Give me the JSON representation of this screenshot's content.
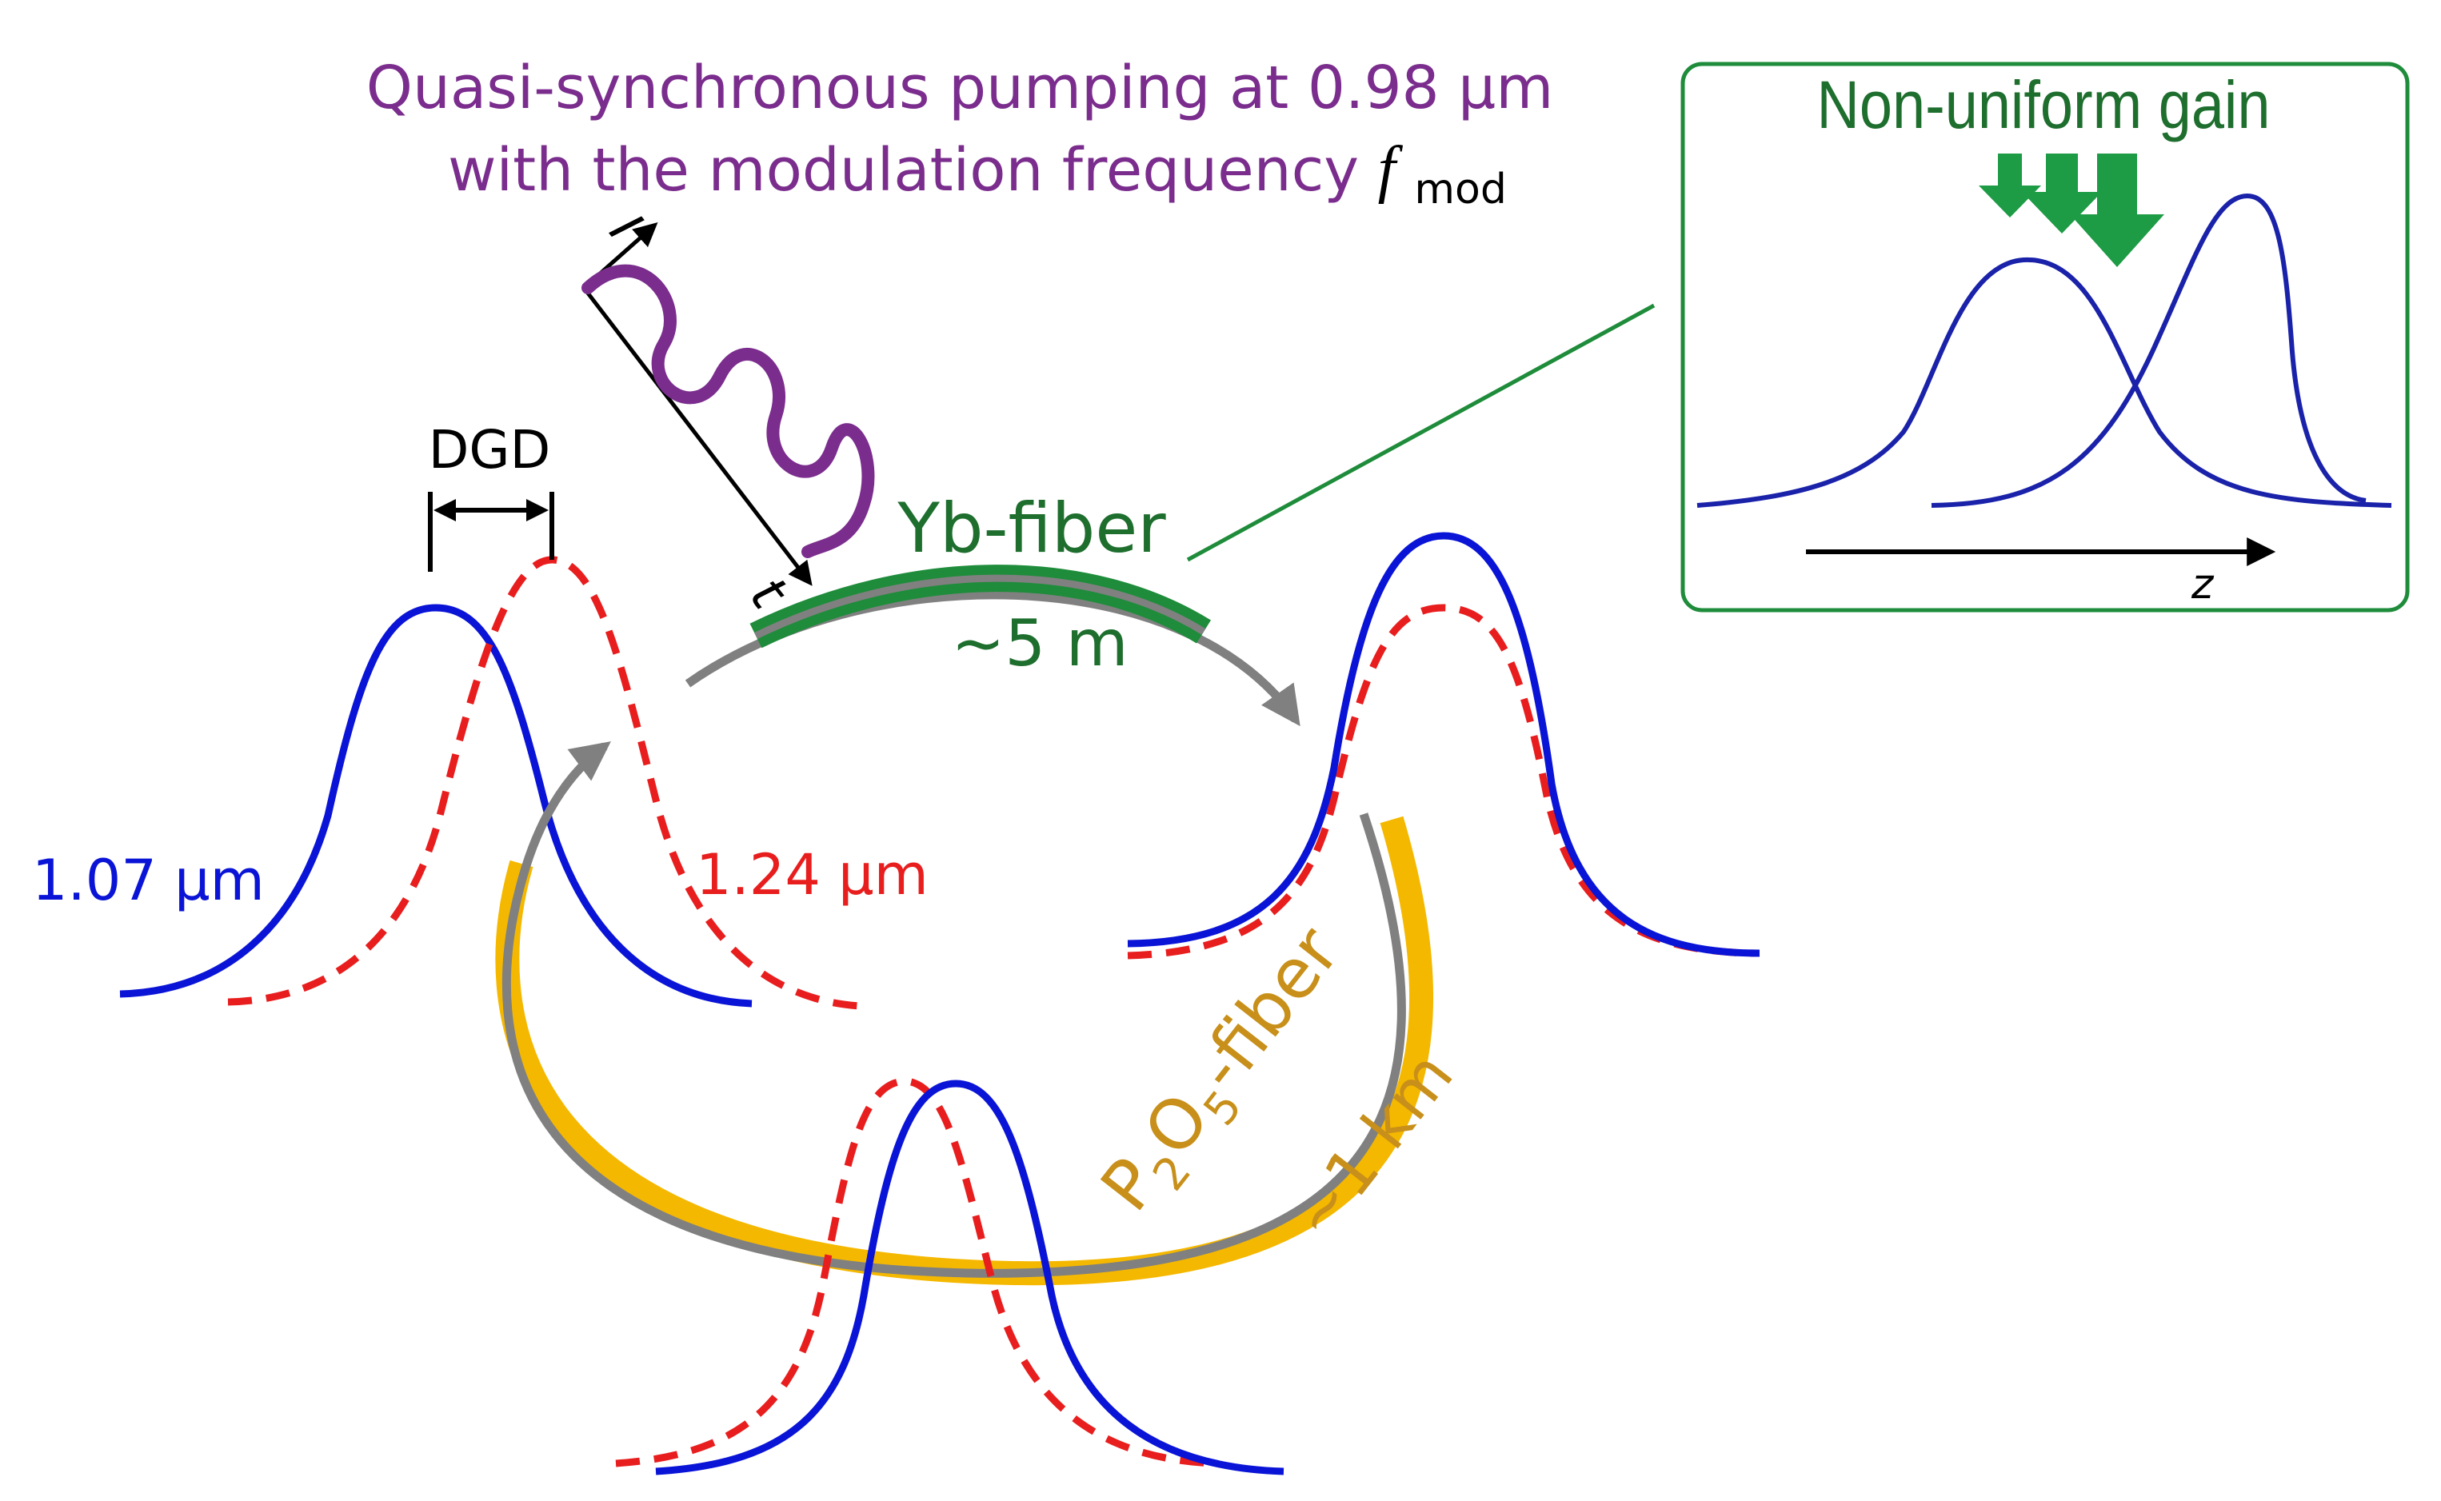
{
  "pump": {
    "line1": "Quasi-synchronous pumping at 0.98 µm",
    "line2": "with the modulation frequency ",
    "fsym": "f",
    "fsub": "mod",
    "axis_i": "I",
    "axis_t": "t"
  },
  "dgd": {
    "label": "DGD"
  },
  "wavelengths": {
    "blue": "1.07 µm",
    "red": "1.24 µm"
  },
  "yb_fiber": {
    "label": "Yb-fiber",
    "length": "~5 m"
  },
  "p2o5_fiber": {
    "p": "P",
    "sub2": "2",
    "o": "O",
    "sub5": "5",
    "suffix": "-fiber",
    "length": "~1 km"
  },
  "inset": {
    "title": "Non-uniform gain",
    "axis_label": "z"
  },
  "colors": {
    "pump": "#7B2D8E",
    "yb_green": "#1E8C3A",
    "p2o5_gold": "#C8901A",
    "fiber_gold": "#F5B800",
    "blue_pulse": "#0A14D6",
    "red_pulse": "#E81E1E",
    "loop_gray": "#808080",
    "inset_curve": "#1A22AA"
  }
}
